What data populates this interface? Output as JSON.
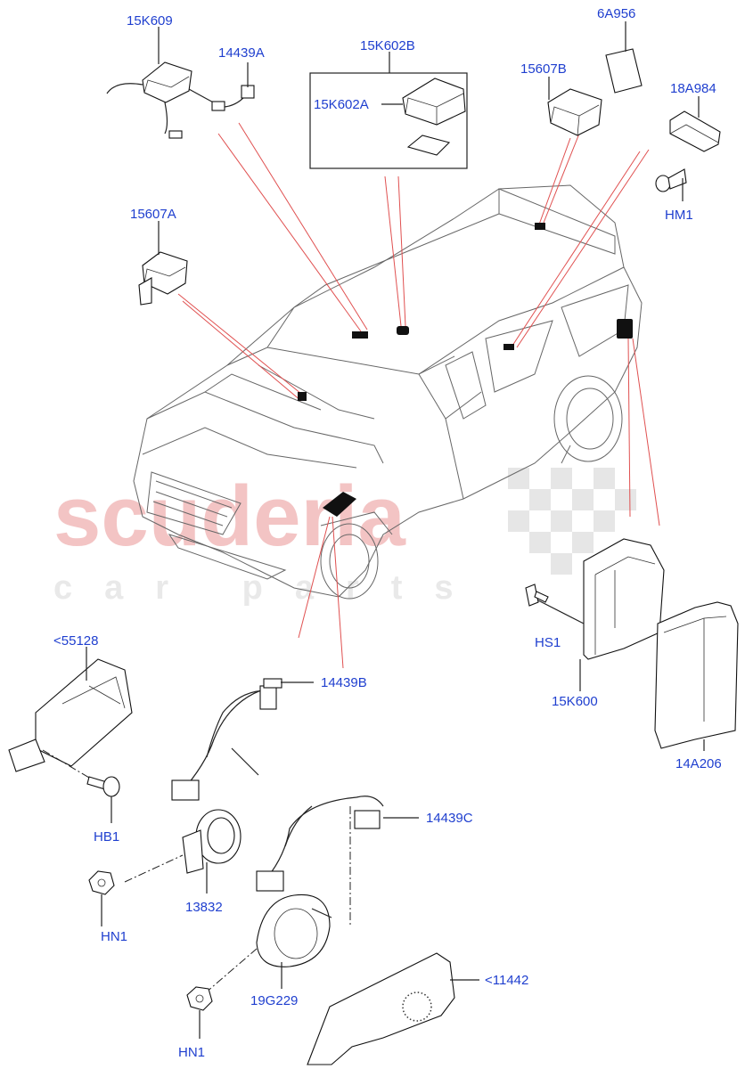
{
  "watermark": {
    "brand": "scuderia",
    "sub": "car  parts",
    "color": "#f3c4c4"
  },
  "label_color": "#1f3fcf",
  "labels": {
    "p15K609": "15K609",
    "p14439A": "14439A",
    "p15K602B": "15K602B",
    "p15K602A": "15K602A",
    "p6A956": "6A956",
    "p15607B": "15607B",
    "p18A984": "18A984",
    "pHM1": "HM1",
    "p15607A": "15607A",
    "p55128": "<55128",
    "p14439B": "14439B",
    "pHS1": "HS1",
    "p15K600": "15K600",
    "p14A206": "14A206",
    "pHB1": "HB1",
    "p14439C": "14439C",
    "p13832": "13832",
    "pHN1a": "HN1",
    "p19G229": "19G229",
    "p11442": "<11442",
    "pHN1b": "HN1"
  }
}
